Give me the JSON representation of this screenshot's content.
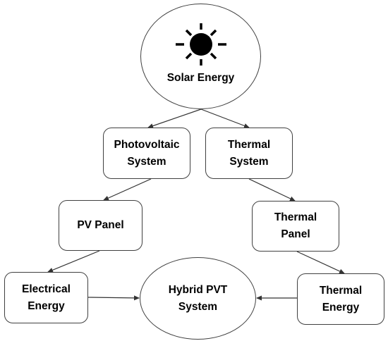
{
  "nodes": {
    "solar": {
      "icon": "sun-icon",
      "label": "Solar Energy"
    },
    "pv_system": {
      "line1": "Photovoltaic",
      "line2": "System"
    },
    "thermal_system": {
      "line1": "Thermal",
      "line2": "System"
    },
    "pv_panel": {
      "line1": "PV Panel"
    },
    "thermal_panel": {
      "line1": "Thermal",
      "line2": "Panel"
    },
    "electrical_energy": {
      "line1": "Electrical",
      "line2": "Energy"
    },
    "thermal_energy": {
      "line1": "Thermal",
      "line2": "Energy"
    },
    "hybrid": {
      "line1": "Hybrid PVT",
      "line2": "System"
    }
  },
  "edges": [
    {
      "from": "Solar Energy",
      "to": "Photovoltaic System"
    },
    {
      "from": "Solar Energy",
      "to": "Thermal System"
    },
    {
      "from": "Photovoltaic System",
      "to": "PV Panel"
    },
    {
      "from": "Thermal System",
      "to": "Thermal Panel"
    },
    {
      "from": "PV Panel",
      "to": "Electrical Energy"
    },
    {
      "from": "Thermal Panel",
      "to": "Thermal Energy"
    },
    {
      "from": "Electrical Energy",
      "to": "Hybrid PVT System"
    },
    {
      "from": "Thermal Energy",
      "to": "Hybrid PVT System"
    }
  ],
  "colors": {
    "border": "#404040",
    "text": "#000000",
    "sun": "#000000",
    "background": "#ffffff"
  }
}
